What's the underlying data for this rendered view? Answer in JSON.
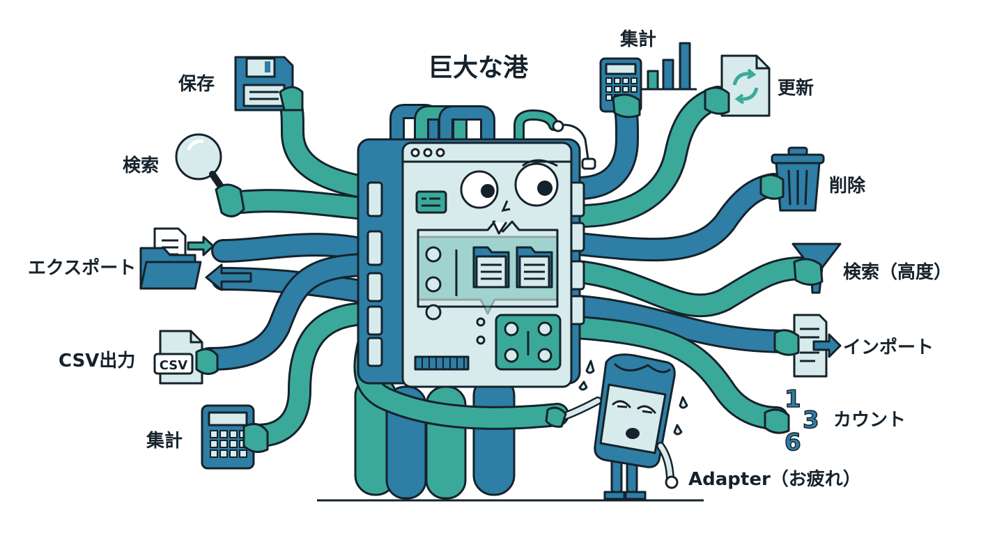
{
  "title": "巨大な港",
  "colors": {
    "teal": "#3aa99a",
    "blue": "#2e7ea6",
    "pale": "#d8ebec",
    "outline": "#15222b"
  },
  "labels": {
    "save": "保存",
    "search": "検索",
    "export": "エクスポート",
    "csv_out": "CSV出力",
    "aggregate_left": "集計",
    "aggregate_top": "集計",
    "update": "更新",
    "delete": "削除",
    "advanced_search": "検索（高度）",
    "import": "インポート",
    "count": "カウント",
    "adapter": "Adapter（お疲れ）"
  },
  "icon_text": {
    "csv_file": "CSV",
    "count_digits": [
      "1",
      "3",
      "6"
    ]
  },
  "icons": [
    "floppy-disk-icon",
    "magnifier-icon",
    "folder-export-icon",
    "csv-file-icon",
    "calculator-icon",
    "bar-chart-icon",
    "refresh-document-icon",
    "trash-can-icon",
    "funnel-icon",
    "import-document-icon",
    "number-icon",
    "monster-server-icon",
    "tired-adapter-icon"
  ]
}
